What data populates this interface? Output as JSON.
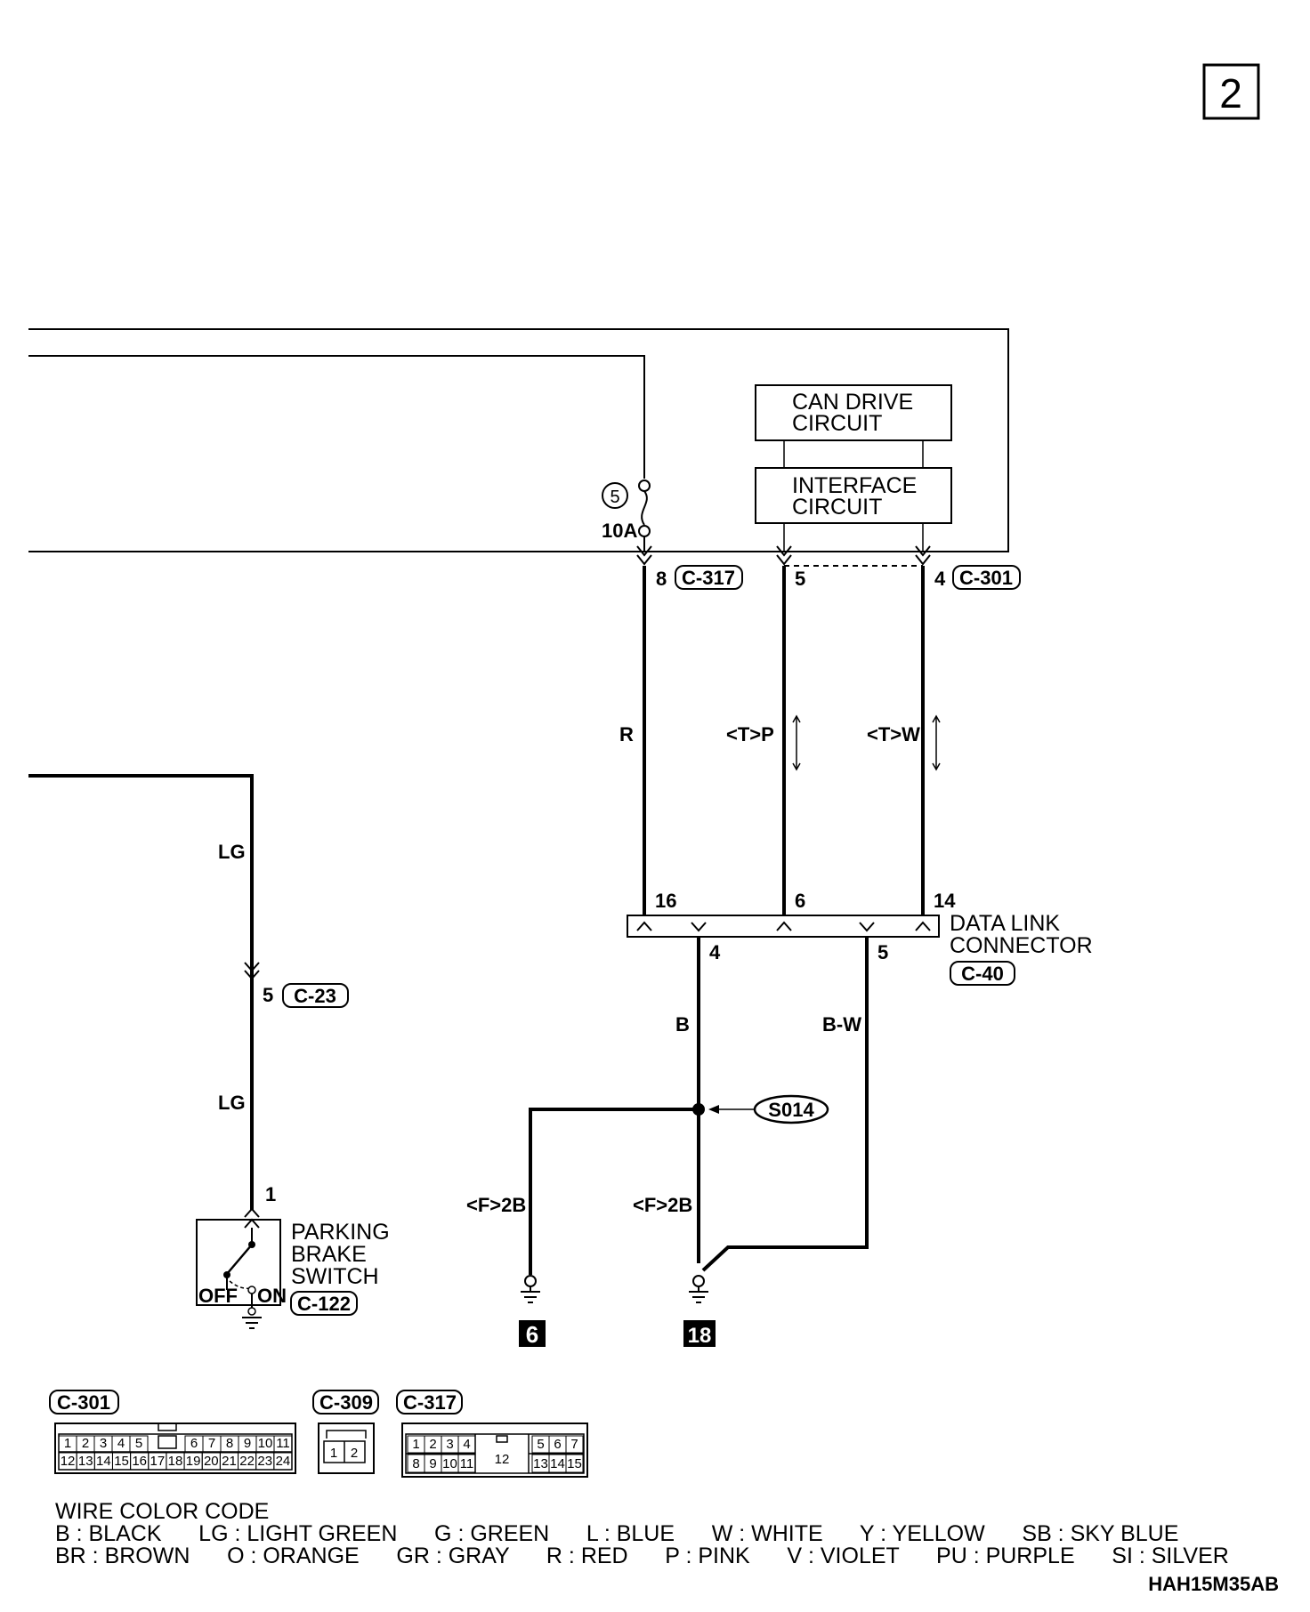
{
  "page_number": "2",
  "figure_id": "HAH15M35AB",
  "ecu": {
    "can_drive_label": [
      "CAN DRIVE",
      "CIRCUIT"
    ],
    "interface_label": [
      "INTERFACE",
      "CIRCUIT"
    ],
    "fuse_number": "5",
    "fuse_rating": "10A"
  },
  "pins": {
    "c317_pin": "8",
    "c317_conn": "C-317",
    "c301_pin_5": "5",
    "c301_pin_4": "4",
    "c301_conn": "C-301"
  },
  "wires": {
    "r_label": "R",
    "tp_label": "<T>P",
    "tw_label": "<T>W",
    "lg_label_1": "LG",
    "lg_label_2": "LG",
    "b_label": "B",
    "bw_label": "B-W",
    "f2b_left": "<F>2B",
    "f2b_right": "<F>2B"
  },
  "dlc": {
    "pin_16": "16",
    "pin_6": "6",
    "pin_14": "14",
    "pin_4": "4",
    "pin_5": "5",
    "name": [
      "DATA LINK",
      "CONNECTOR"
    ],
    "conn": "C-40"
  },
  "splice": "S014",
  "c23": {
    "pin": "5",
    "conn": "C-23"
  },
  "parking_brake": {
    "pin": "1",
    "name": [
      "PARKING",
      "BRAKE",
      "SWITCH"
    ],
    "off": "OFF",
    "on": "ON",
    "conn": "C-122"
  },
  "grounds": {
    "left": "6",
    "right": "18"
  },
  "connector_views": {
    "c301": {
      "label": "C-301",
      "row1": [
        "1",
        "2",
        "3",
        "4",
        "5",
        "6",
        "7",
        "8",
        "9",
        "10",
        "11"
      ],
      "row2": [
        "12",
        "13",
        "14",
        "15",
        "16",
        "17",
        "18",
        "19",
        "20",
        "21",
        "22",
        "23",
        "24"
      ]
    },
    "c309": {
      "label": "C-309",
      "pins": [
        "1",
        "2"
      ]
    },
    "c317": {
      "label": "C-317",
      "row1": [
        "1",
        "2",
        "3",
        "4",
        "5",
        "6",
        "7"
      ],
      "row2": [
        "8",
        "9",
        "10",
        "11",
        "13",
        "14",
        "15"
      ],
      "center": "12"
    }
  },
  "wire_color_code": {
    "title": "WIRE COLOR CODE",
    "line1": "B : BLACK      LG : LIGHT GREEN      G : GREEN      L : BLUE      W : WHITE      Y : YELLOW      SB : SKY BLUE",
    "line2": "BR : BROWN      O : ORANGE      GR : GRAY      R : RED      P : PINK      V : VIOLET      PU : PURPLE      SI : SILVER"
  }
}
